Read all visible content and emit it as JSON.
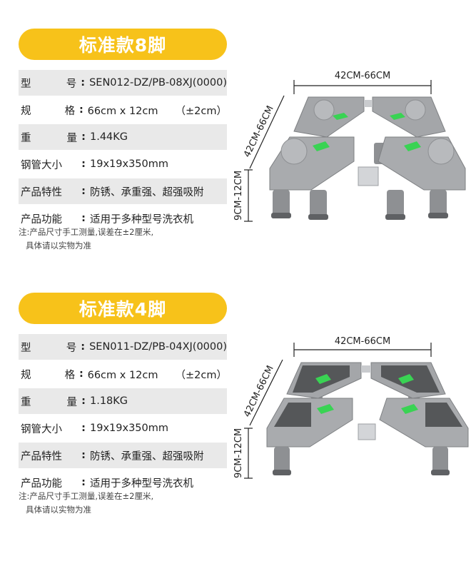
{
  "sections": [
    {
      "title": "标准款8脚",
      "specs": [
        {
          "label_a": "型",
          "label_b": "号",
          "value": "SEN012-DZ/PB-08XJ(0000)",
          "extra": ""
        },
        {
          "label_a": "规",
          "label_b": "格",
          "value": "66cm x 12cm",
          "extra": "（±2cm）"
        },
        {
          "label_a": "重",
          "label_b": "量",
          "value": "1.44KG",
          "extra": ""
        },
        {
          "label_a": "钢管大小",
          "label_b": "",
          "value": "19x19x350mm",
          "extra": ""
        },
        {
          "label_a": "产品特性",
          "label_b": "",
          "value": "防锈、承重强、超强吸附",
          "extra": ""
        },
        {
          "label_a": "产品功能",
          "label_b": "",
          "value": "适用于多种型号洗衣机",
          "extra": ""
        }
      ],
      "note_line1": "注:产品尺寸手工测量,误差在±2厘米,",
      "note_line2": "具体请以实物为准",
      "dim_width": "42CM-66CM",
      "dim_depth": "42CM-66CM",
      "dim_height": "9CM-12CM"
    },
    {
      "title": "标准款4脚",
      "specs": [
        {
          "label_a": "型",
          "label_b": "号",
          "value": "SEN011-DZ/PB-04XJ(0000)",
          "extra": ""
        },
        {
          "label_a": "规",
          "label_b": "格",
          "value": "66cm x 12cm",
          "extra": "（±2cm）"
        },
        {
          "label_a": "重",
          "label_b": "量",
          "value": "1.18KG",
          "extra": ""
        },
        {
          "label_a": "钢管大小",
          "label_b": "",
          "value": "19x19x350mm",
          "extra": ""
        },
        {
          "label_a": "产品特性",
          "label_b": "",
          "value": "防锈、承重强、超强吸附",
          "extra": ""
        },
        {
          "label_a": "产品功能",
          "label_b": "",
          "value": "适用于多种型号洗衣机",
          "extra": ""
        }
      ],
      "note_line1": "注:产品尺寸手工测量,误差在±2厘米,",
      "note_line2": "具体请以实物为准",
      "dim_width": "42CM-66CM",
      "dim_depth": "42CM-66CM",
      "dim_height": "9CM-12CM"
    }
  ],
  "colors": {
    "banner": "#f7c21a",
    "row_shade": "#e9e9e9",
    "frame_gray": "#a4a6a9",
    "accent_green": "#39d353"
  }
}
